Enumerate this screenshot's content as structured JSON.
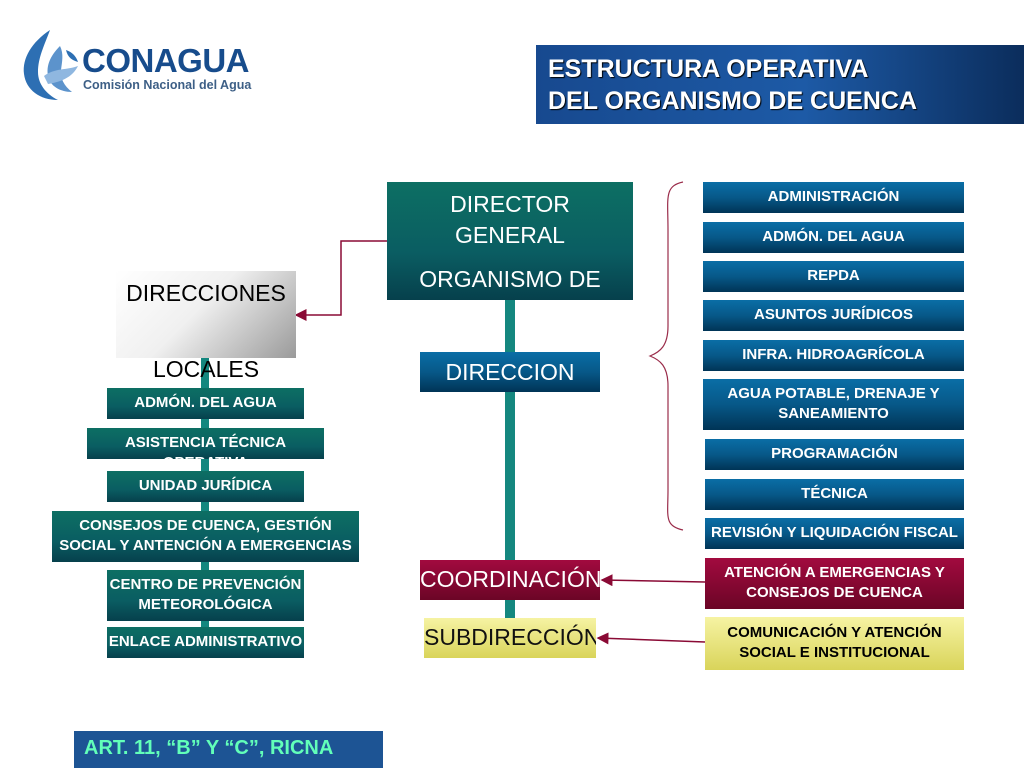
{
  "logo": {
    "name": "CONAGUA",
    "subtitle": "Comisión Nacional del Agua"
  },
  "title": {
    "line1": "ESTRUCTURA OPERATIVA",
    "line2": "DEL ORGANISMO DE CUENCA"
  },
  "director": {
    "line1": "DIRECTOR",
    "line2": "GENERAL",
    "line3": "ORGANISMO DE"
  },
  "direccion": "DIRECCION",
  "coordinacion": "COORDINACIÓN",
  "subdireccion": "SUBDIRECCIÓN",
  "direcciones_locales": {
    "line1": "DIRECCIONES",
    "line2": "LOCALES"
  },
  "local_units": [
    "ADMÓN. DEL AGUA",
    "ASISTENCIA TÉCNICA OPERATIVA",
    "UNIDAD JURÍDICA",
    "CONSEJOS DE CUENCA, GESTIÓN SOCIAL Y ANTENCIÓN A EMERGENCIAS",
    "CENTRO DE PREVENCIÓN METEOROLÓGICA",
    "ENLACE ADMINISTRATIVO"
  ],
  "right_units": [
    "ADMINISTRACIÓN",
    "ADMÓN. DEL AGUA",
    "REPDA",
    "ASUNTOS JURÍDICOS",
    "INFRA. HIDROAGRÍCOLA",
    "AGUA POTABLE, DRENAJE Y SANEAMIENTO",
    "PROGRAMACIÓN",
    "TÉCNICA",
    "REVISIÓN Y LIQUIDACIÓN FISCAL"
  ],
  "coordinacion_unit": "ATENCIÓN A EMERGENCIAS Y CONSEJOS DE CUENCA",
  "subdireccion_unit": "COMUNICACIÓN Y ATENCIÓN SOCIAL E INSTITUCIONAL",
  "footnote": "ART. 11, “B” Y “C”, RICNA",
  "colors": {
    "teal": "#0a5d62",
    "blue": "#075888",
    "crimson": "#8a0a35",
    "yellow": "#e8e47a",
    "title_bg": "#17498f"
  }
}
